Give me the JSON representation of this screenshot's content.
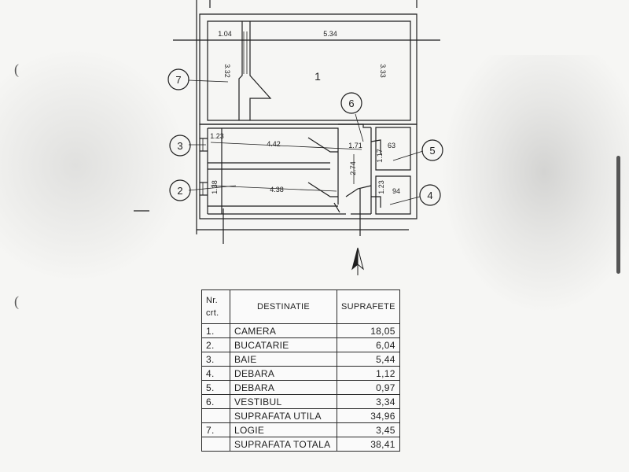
{
  "plan": {
    "dimensions": {
      "top_left_width": "1.04",
      "top_width": "5.34",
      "left_height": "3.32",
      "right_height": "3.33",
      "bath_width": "1.23",
      "bath_length": "4.42",
      "hall_width": "1.71",
      "closet5_width": "63",
      "closet5_height": "1.17",
      "hall_length": "2.74",
      "kitchen_width": "1.38",
      "kitchen_length": "4.38",
      "closet4_height": "1.23",
      "closet4_width": "94"
    },
    "room_labels": [
      "1",
      "2",
      "3",
      "4",
      "5",
      "6",
      "7"
    ]
  },
  "table": {
    "header": {
      "nr": "Nr. crt.",
      "nr_line1": "Nr.",
      "nr_line2": "crt.",
      "destinatie": "DESTINATIE",
      "suprafete": "SUPRAFETE"
    },
    "rows": [
      {
        "nr": "1.",
        "destinatie": "CAMERA",
        "suprafata": "18,05"
      },
      {
        "nr": "2.",
        "destinatie": "BUCATARIE",
        "suprafata": "6,04"
      },
      {
        "nr": "3.",
        "destinatie": "BAIE",
        "suprafata": "5,44"
      },
      {
        "nr": "4.",
        "destinatie": "DEBARA",
        "suprafata": "1,12"
      },
      {
        "nr": "5.",
        "destinatie": "DEBARA",
        "suprafata": "0,97"
      },
      {
        "nr": "6.",
        "destinatie": "VESTIBUL",
        "suprafata": "3,34"
      }
    ],
    "suprafata_utila": {
      "label": "SUPRAFATA UTILA",
      "value": "34,96"
    },
    "logie": {
      "nr": "7.",
      "destinatie": "LOGIE",
      "suprafata": "3,45"
    },
    "suprafata_totala": {
      "label": "SUPRAFATA TOTALA",
      "value": "38,41"
    }
  },
  "colors": {
    "ink": "#1a1a1a",
    "paper": "#f6f6f4"
  },
  "icons": {
    "north": "north-arrow-icon"
  }
}
